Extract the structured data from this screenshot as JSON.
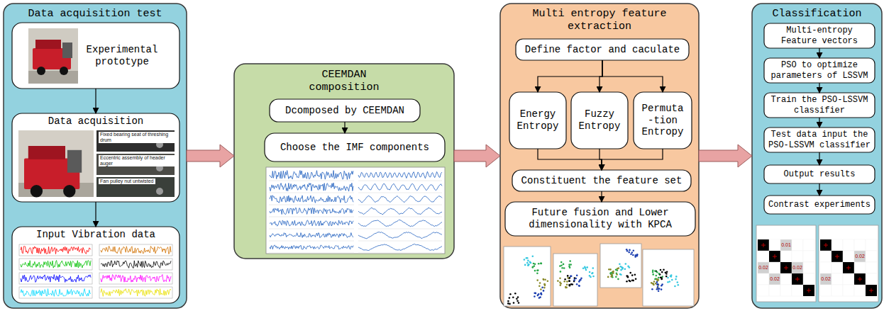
{
  "diagram": {
    "nodes": [
      {
        "text": [
          "Data acquisition test"
        ]
      },
      {
        "text": [
          "Experimental prototype"
        ],
        "in": 0
      },
      {
        "text": [
          "Data acquisition"
        ],
        "in": 0
      },
      {
        "text": [
          "Input Vibration data"
        ],
        "in": 0
      },
      {
        "text": [
          "CEEMDAN composition"
        ]
      },
      {
        "text": [
          "Dcomposed by CEEMDAN"
        ],
        "in": 4
      },
      {
        "text": [
          "Choose the IMF components"
        ],
        "in": 4
      },
      {
        "text": [
          "Multi entropy feature extraction"
        ]
      },
      {
        "text": [
          "Define factor and caculate"
        ],
        "in": 7
      },
      {
        "text": [
          "Energy Entropy"
        ],
        "in": 7
      },
      {
        "text": [
          "Fuzzy Entropy"
        ],
        "in": 7
      },
      {
        "text": [
          "Permuta -tion Entropy"
        ],
        "in": 7
      },
      {
        "text": [
          "Constituent the feature set"
        ],
        "in": 7
      },
      {
        "text": [
          "Future fusion and Lower dimensionality with KPCA"
        ],
        "in": 7
      },
      {
        "text": [
          "Classification"
        ]
      },
      {
        "text": [
          "Multi-entropy Feature vectors"
        ],
        "in": 14
      },
      {
        "text": [
          "PSO to optimize parameters of LSSVM"
        ],
        "in": 14
      },
      {
        "text": [
          "Train the PSO-LSSVM classifier"
        ],
        "in": 14
      },
      {
        "text": [
          "Test data input the PSO-LSSVM classifier"
        ],
        "in": 14
      },
      {
        "text": [
          "Output results"
        ],
        "in": 14
      },
      {
        "text": [
          "Contrast experiments"
        ],
        "in": 14
      }
    ],
    "edges": [
      {
        "from": 1,
        "to": 2,
        "arrow": "to"
      },
      {
        "from": 2,
        "to": 3,
        "arrow": "to"
      },
      {
        "from": 0,
        "to": 4,
        "arrow": "to"
      },
      {
        "from": 5,
        "to": 6,
        "arrow": "to"
      },
      {
        "from": 4,
        "to": 7,
        "arrow": "to"
      },
      {
        "from": 8,
        "to": 9,
        "arrow": "to"
      },
      {
        "from": 8,
        "to": 10,
        "arrow": "to"
      },
      {
        "from": 8,
        "to": 11,
        "arrow": "to"
      },
      {
        "from": 9,
        "to": 12,
        "arrow": "to"
      },
      {
        "from": 10,
        "to": 12,
        "arrow": "to"
      },
      {
        "from": 11,
        "to": 12,
        "arrow": "to"
      },
      {
        "from": 12,
        "to": 13,
        "arrow": "to"
      },
      {
        "from": 7,
        "to": 14,
        "arrow": "to"
      },
      {
        "from": 15,
        "to": 16,
        "arrow": "to"
      },
      {
        "from": 16,
        "to": 17,
        "arrow": "to"
      },
      {
        "from": 17,
        "to": 18,
        "arrow": "to"
      },
      {
        "from": 18,
        "to": 19,
        "arrow": "to"
      },
      {
        "from": 19,
        "to": 20,
        "arrow": "to"
      }
    ],
    "labels": [
      "Fixed bearing seat of threshing drum",
      "Eccentric assembly of header auger",
      "Fan pulley nut untwisted",
      "0.01",
      "0.02",
      "0.02",
      "0.02",
      "0.02",
      "0.02"
    ]
  }
}
